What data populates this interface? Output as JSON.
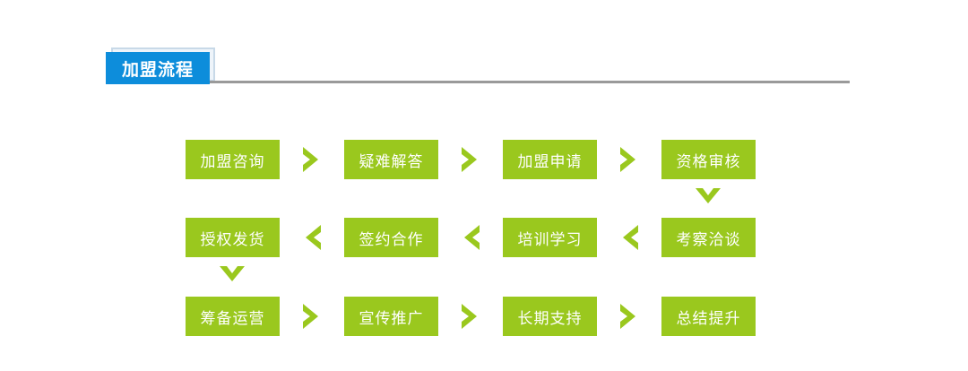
{
  "header": {
    "title": "加盟流程",
    "accent_color": "#0d8ddb",
    "frame_color": "#c8d9e8",
    "rule_color": "#9a9a9a"
  },
  "theme": {
    "node_color": "#9ac81e",
    "node_text_color": "#ffffff",
    "arrow_color": "#9ac81e",
    "background": "#ffffff"
  },
  "flow": {
    "rows": [
      {
        "direction": "right",
        "arrow_icon": "chevron-right-icon",
        "nodes": [
          {
            "label": "加盟咨询"
          },
          {
            "label": "疑难解答"
          },
          {
            "label": "加盟申请"
          },
          {
            "label": "资格审核"
          }
        ]
      },
      {
        "direction": "left",
        "arrow_icon": "chevron-left-icon",
        "nodes": [
          {
            "label": "授权发货"
          },
          {
            "label": "签约合作"
          },
          {
            "label": "培训学习"
          },
          {
            "label": "考察洽谈"
          }
        ]
      },
      {
        "direction": "right",
        "arrow_icon": "chevron-right-icon",
        "nodes": [
          {
            "label": "筹备运营"
          },
          {
            "label": "宣传推广"
          },
          {
            "label": "长期支持"
          },
          {
            "label": "总结提升"
          }
        ]
      }
    ],
    "vertical_connectors": [
      {
        "icon": "chevron-down-icon",
        "position": "right",
        "from_row": 1,
        "to_row": 2
      },
      {
        "icon": "chevron-down-icon",
        "position": "left",
        "from_row": 2,
        "to_row": 3
      }
    ]
  }
}
